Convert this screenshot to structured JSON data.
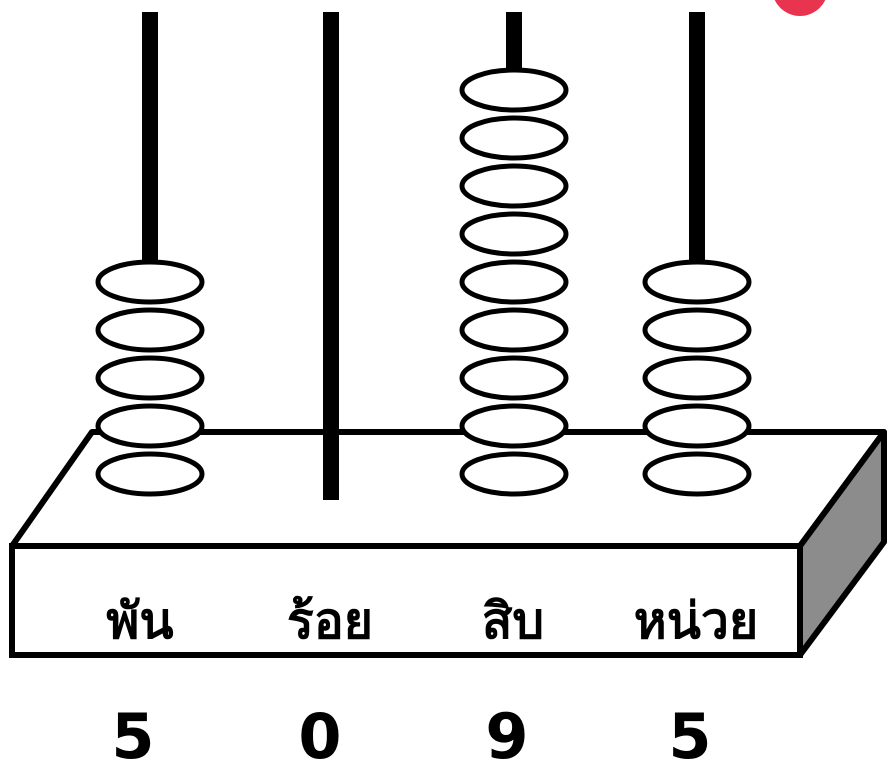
{
  "accent_color": "#e8344e",
  "rod_color": "#000000",
  "base_side_color": "#8c8c8c",
  "columns": [
    {
      "label": "พัน",
      "digit": "5",
      "beads": 5
    },
    {
      "label": "ร้อย",
      "digit": "0",
      "beads": 0
    },
    {
      "label": "สิบ",
      "digit": "9",
      "beads": 9
    },
    {
      "label": "หน่วย",
      "digit": "5",
      "beads": 5
    }
  ]
}
